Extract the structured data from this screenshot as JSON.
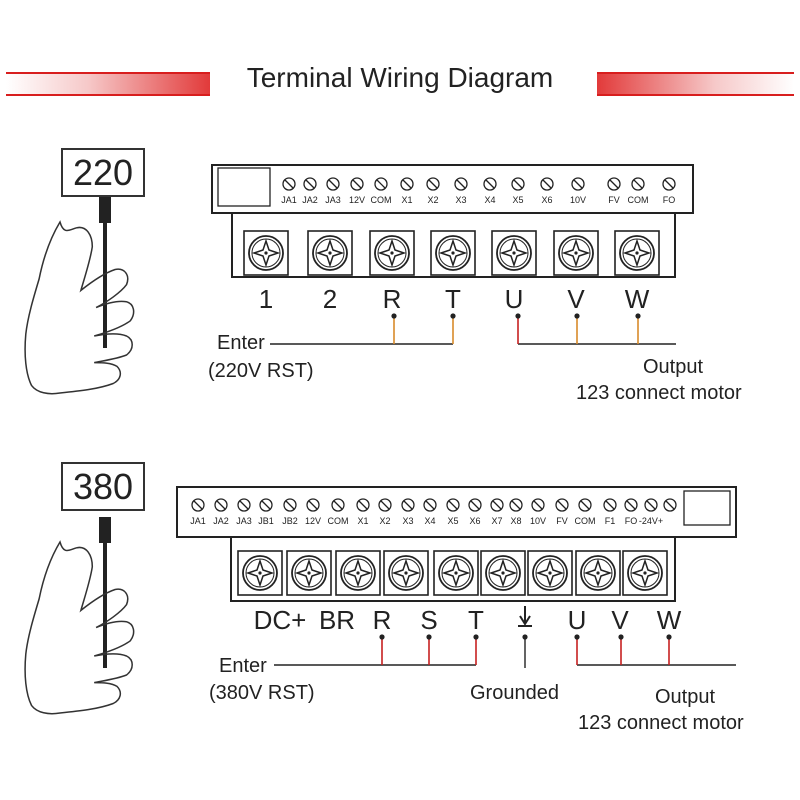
{
  "title": "Terminal Wiring Diagram",
  "colors": {
    "accent_red": "#d81e1e",
    "wire_red": "#c62020",
    "wire_orange": "#d98b2a",
    "line_dark": "#222222"
  },
  "icons": [
    "hand-holding-cable-icon",
    "screw-terminal-icon",
    "ground-arrow-icon"
  ],
  "block220": {
    "voltage": "220",
    "signal_terminals": [
      "JA1",
      "JA2",
      "JA3",
      "12V",
      "COM",
      "X1",
      "X2",
      "X3",
      "X4",
      "X5",
      "X6",
      "10V",
      "FV",
      "COM",
      "FO"
    ],
    "power_terminals": [
      "1",
      "2",
      "R",
      "T",
      "U",
      "V",
      "W"
    ],
    "input_label": "Enter",
    "input_sublabel": "(220V RST)",
    "output_label": "Output",
    "output_sublabel": "123 connect motor"
  },
  "block380": {
    "voltage": "380",
    "signal_terminals": [
      "JA1",
      "JA2",
      "JA3",
      "JB1",
      "JB2",
      "12V",
      "COM",
      "X1",
      "X2",
      "X3",
      "X4",
      "X5",
      "X6",
      "X7",
      "X8",
      "10V",
      "FV",
      "COM",
      "F1",
      "FO",
      "-24V+"
    ],
    "power_terminals": [
      "DC+",
      "BR",
      "R",
      "S",
      "T",
      "⏚",
      "U",
      "V",
      "W"
    ],
    "input_label": "Enter",
    "input_sublabel": "(380V RST)",
    "ground_label": "Grounded",
    "output_label": "Output",
    "output_sublabel": "123 connect motor"
  }
}
